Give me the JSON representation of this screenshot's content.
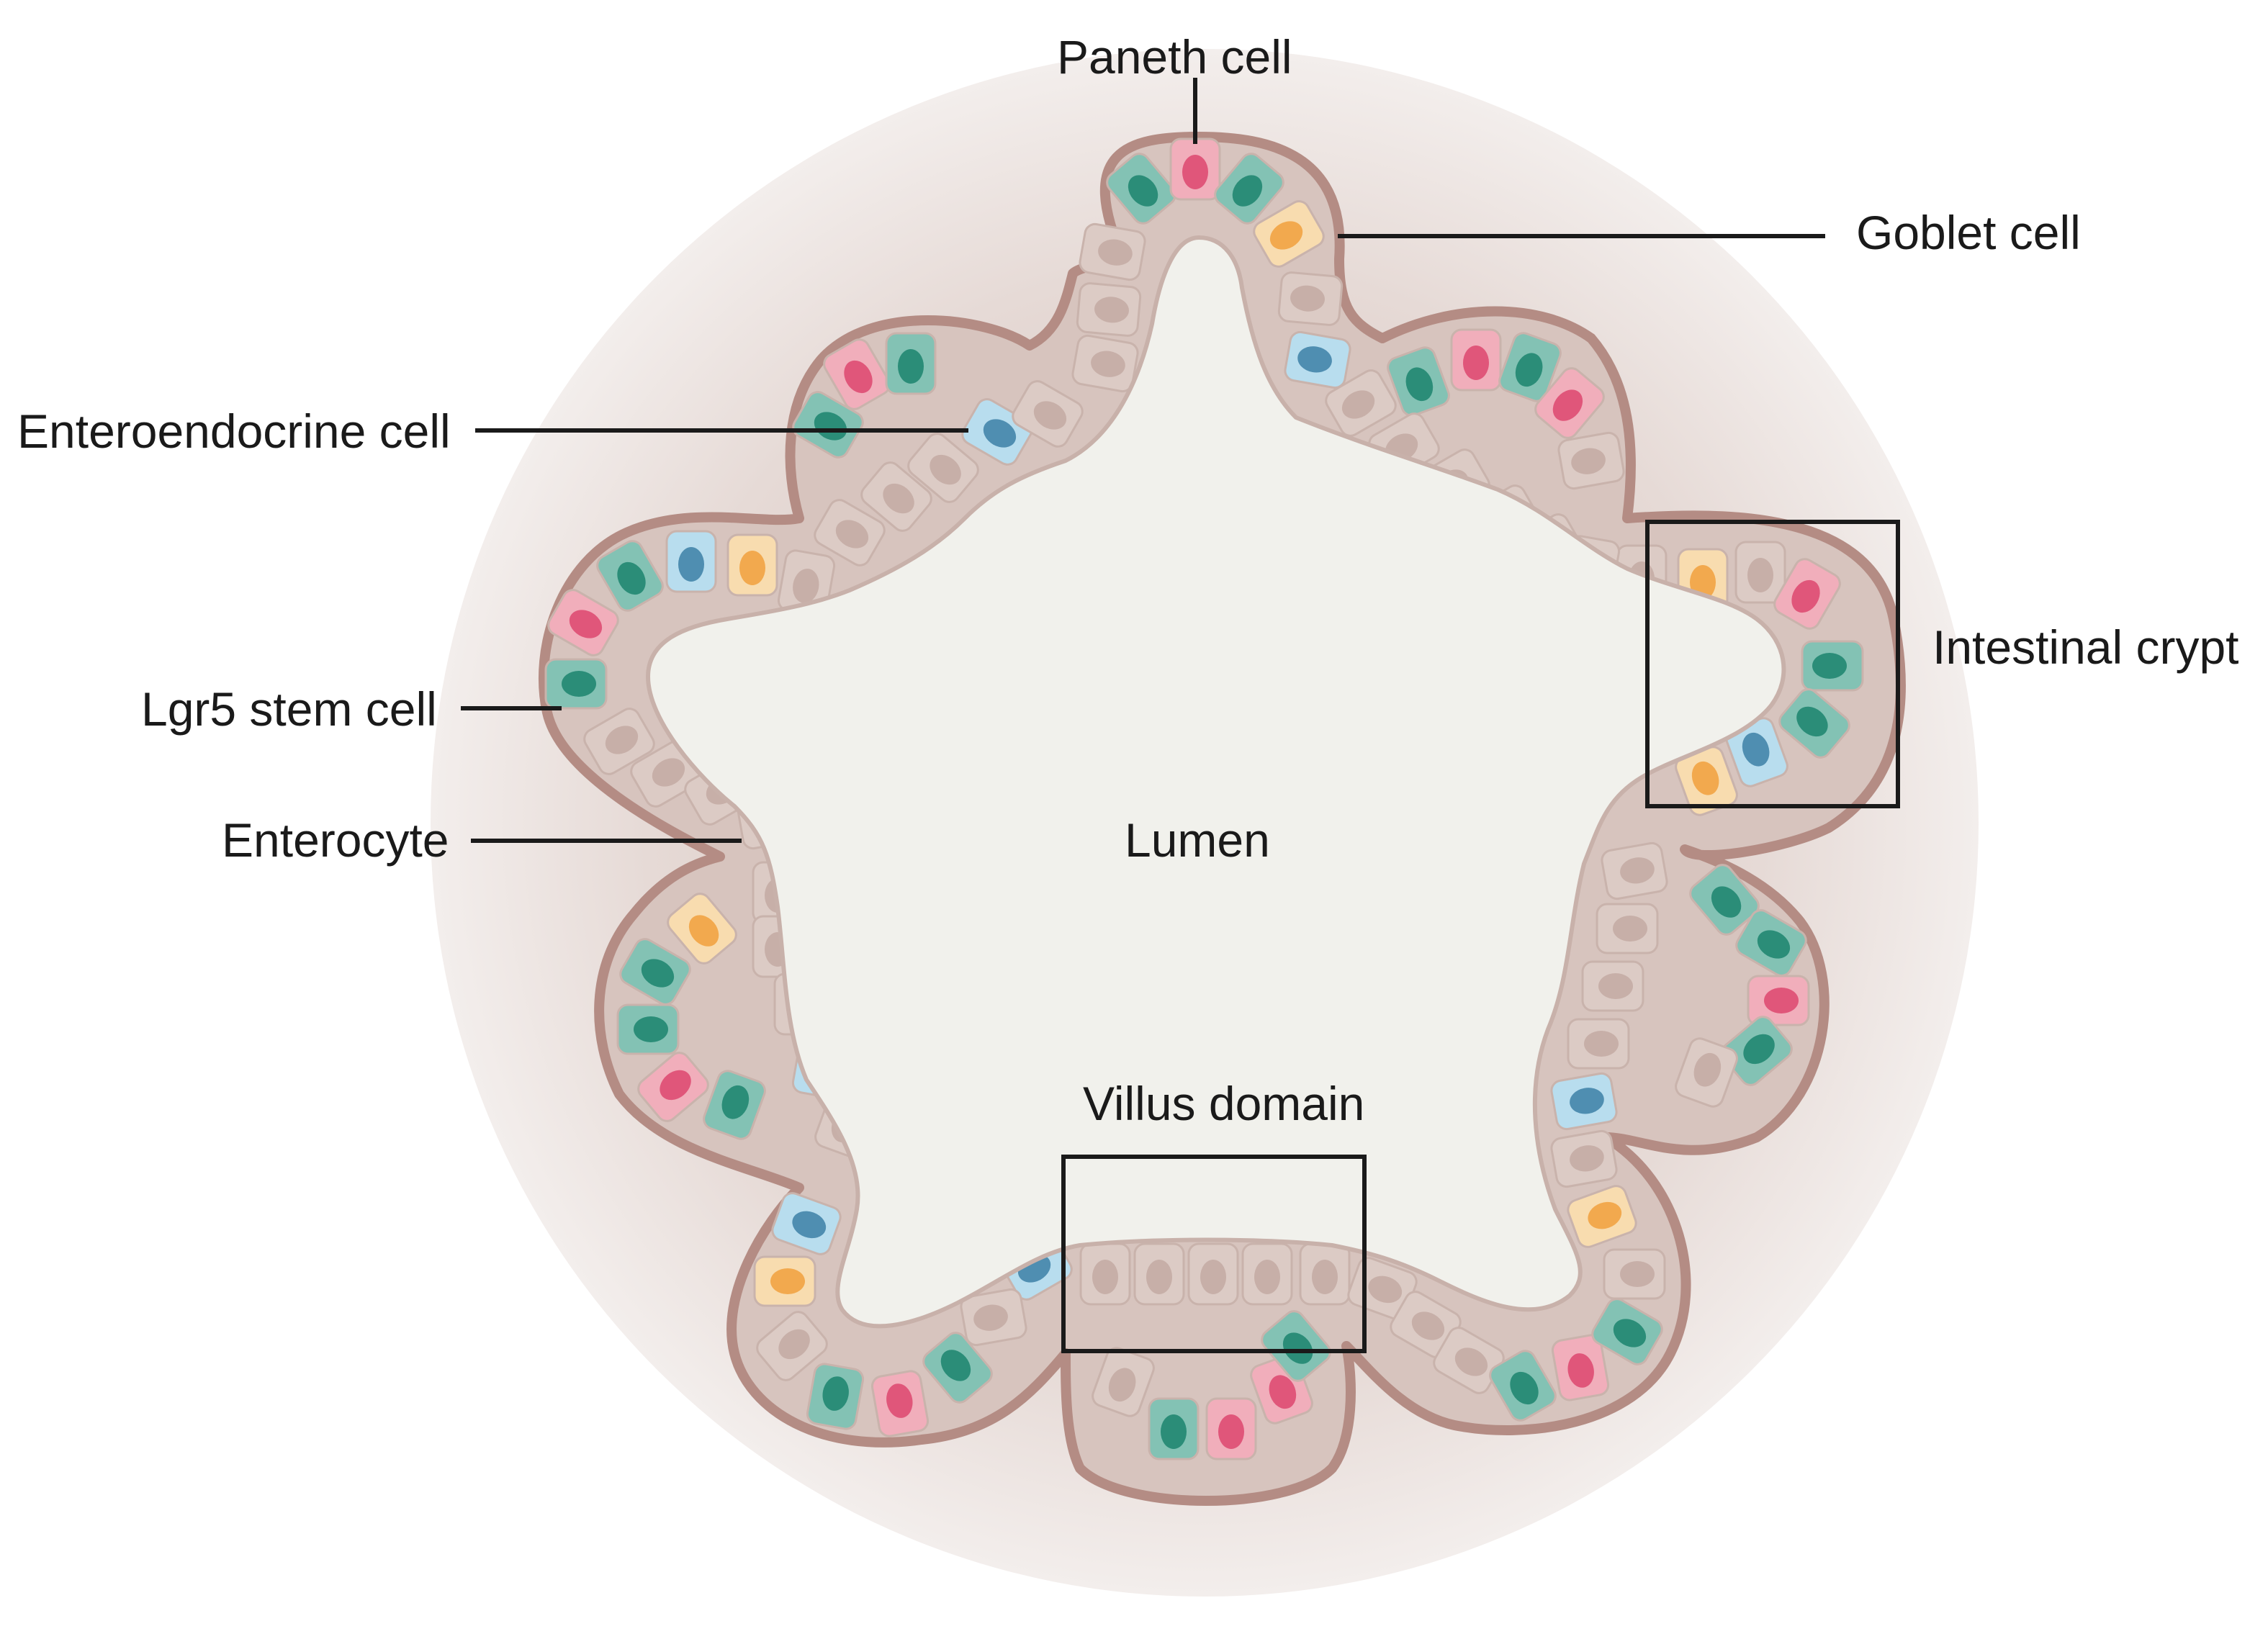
{
  "labels": {
    "paneth_cell": "Paneth cell",
    "goblet_cell": "Goblet cell",
    "enteroendocrine_cell": "Enteroendocrine cell",
    "lgr5_stem_cell": "Lgr5 stem cell",
    "enterocyte": "Enterocyte",
    "lumen": "Lumen",
    "intestinal_crypt": "Intestinal crypt",
    "villus_domain": "Villus domain"
  },
  "colors": {
    "background_halo": "#ece3df",
    "halo_outer": "#f5f0ee",
    "epithelium_border": "#b48c84",
    "lumen": "#f1f1ec",
    "enterocyte": "#dccbc5",
    "enterocyte_nucleus": "#c7afa8",
    "paneth_cell": "#f1aebb",
    "paneth_nucleus": "#e0567a",
    "goblet_cell": "#f8dcaf",
    "goblet_nucleus": "#f2a94e",
    "stem_cell": "#83c2b4",
    "stem_nucleus": "#2b8d78",
    "enteroendocrine_cell": "#b8ddee",
    "enteroendocrine_nucleus": "#4f8eb1",
    "leader_line": "#1a1a1a"
  }
}
